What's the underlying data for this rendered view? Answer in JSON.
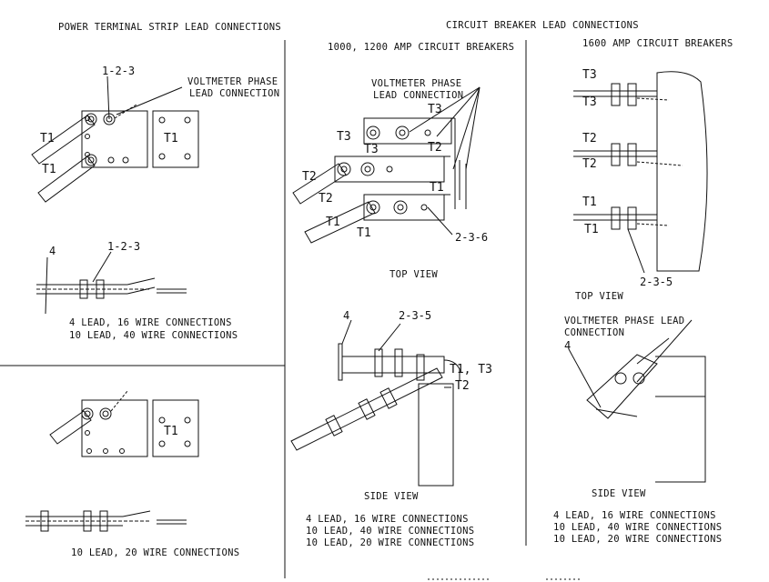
{
  "headings": {
    "power_strip": "POWER TERMINAL STRIP LEAD CONNECTIONS",
    "circuit_breaker": "CIRCUIT BREAKER LEAD CONNECTIONS",
    "cb_1000_1200": "1000, 1200 AMP CIRCUIT BREAKERS",
    "cb_1600": "1600 AMP CIRCUIT BREAKERS"
  },
  "callouts": {
    "voltmeter_strip": [
      "VOLTMETER PHASE",
      "LEAD CONNECTION"
    ],
    "voltmeter_cb": [
      "VOLTMETER PHASE",
      "LEAD CONNECTION"
    ],
    "voltmeter_1600": [
      "VOLTMETER PHASE LEAD",
      "CONNECTION"
    ]
  },
  "view_labels": {
    "top_view_1000": "TOP VIEW",
    "top_view_1600": "TOP VIEW",
    "side_view_1000": "SIDE VIEW",
    "side_view_1600": "SIDE VIEW"
  },
  "connection_notes": {
    "strip_upper": [
      "4 LEAD, 16 WIRE CONNECTIONS",
      "10 LEAD, 40 WIRE CONNECTIONS"
    ],
    "strip_lower": [
      "10 LEAD, 20 WIRE CONNECTIONS"
    ],
    "cb_1000": [
      "4 LEAD, 16 WIRE CONNECTIONS",
      "10 LEAD, 40 WIRE CONNECTIONS",
      "10 LEAD, 20 WIRE CONNECTIONS"
    ],
    "cb_1600": [
      "4 LEAD, 16 WIRE CONNECTIONS",
      "10 LEAD, 40 WIRE CONNECTIONS",
      "10 LEAD, 20 WIRE CONNECTIONS"
    ]
  },
  "part_numbers": {
    "strip_top": "1-2-3",
    "strip_side": "1-2-3",
    "strip_side_4": "4",
    "cb_top": "2-3-6",
    "cb_side": "2-3-5",
    "cb_side_4": "4",
    "cb1600_top": "2-3-5",
    "cb1600_side_4": "4"
  },
  "terminal_labels": {
    "t1": "T1",
    "t2": "T2",
    "t3": "T3",
    "t1_t3": "T1, T3"
  }
}
